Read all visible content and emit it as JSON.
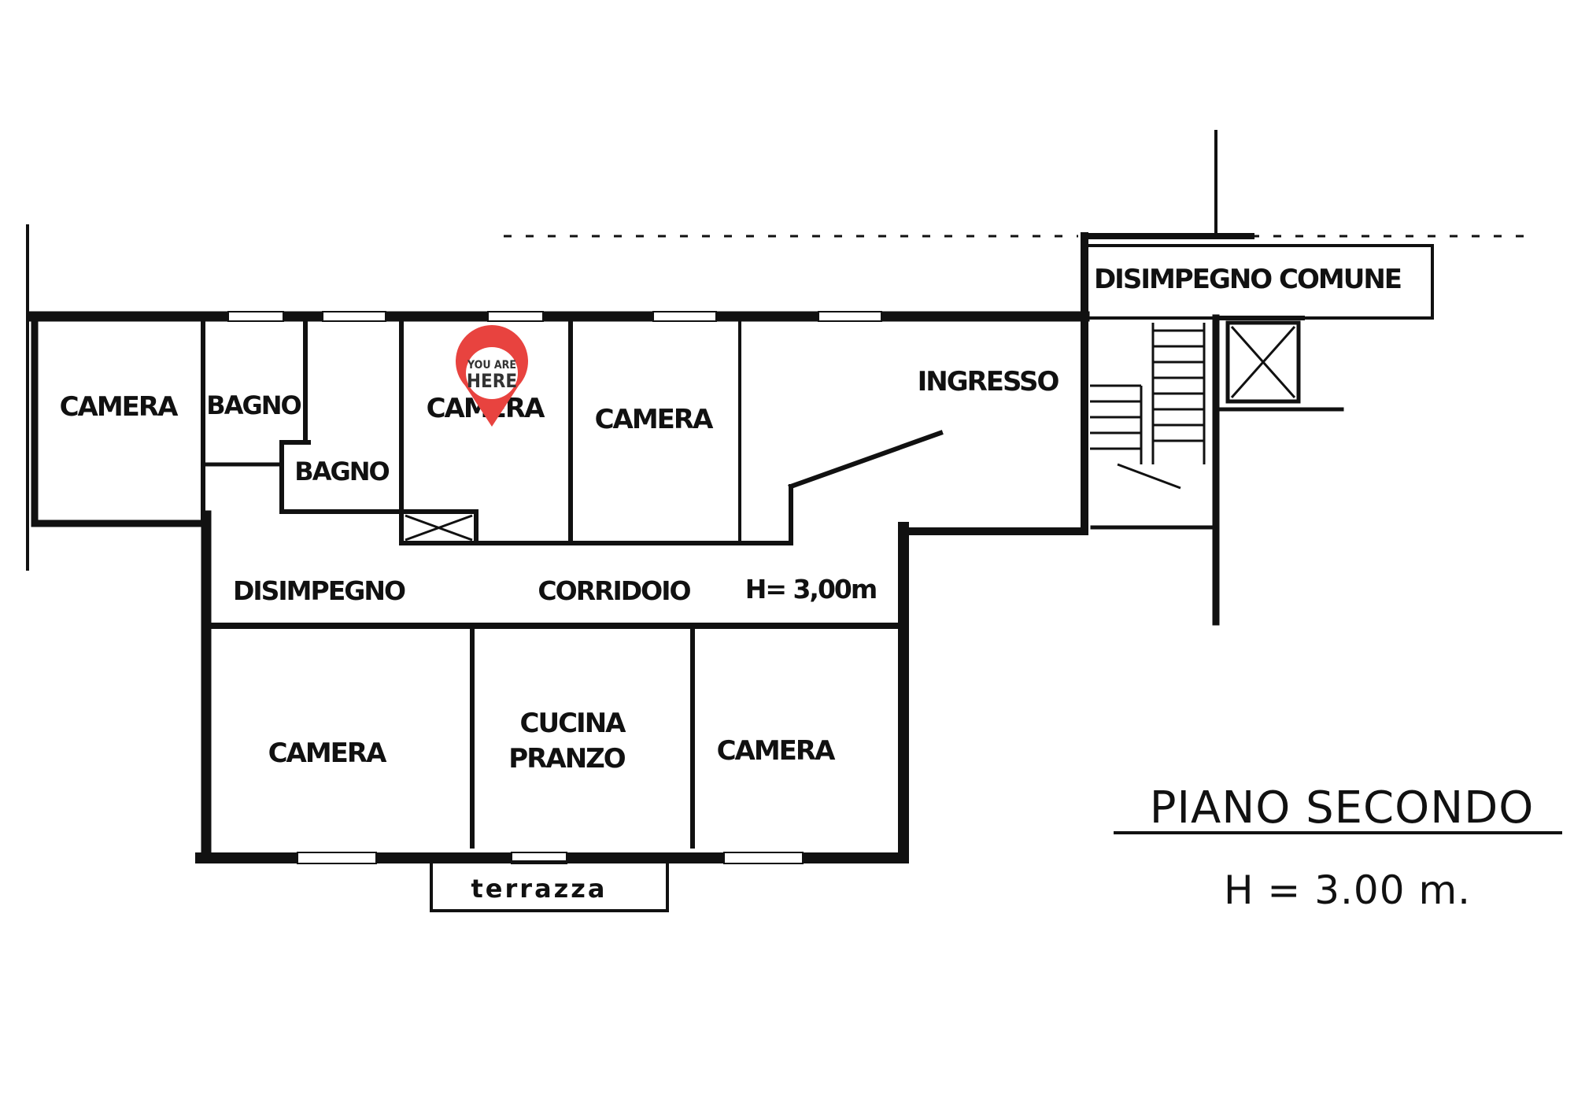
{
  "plan": {
    "rooms": {
      "camera_1": "CAMERA",
      "bagno_1": "BAGNO",
      "bagno_2": "BAGNO",
      "camera_2": "CAMERA",
      "camera_3": "CAMERA",
      "ingresso": "INGRESSO",
      "disimpegno_comune": "DISIMPEGNO COMUNE",
      "disimpegno": "DISIMPEGNO",
      "corridoio": "CORRIDOIO",
      "corridoio_height": "H= 3,00m",
      "camera_4": "CAMERA",
      "cucina_line1": "CUCINA",
      "cucina_line2": "PRANZO",
      "camera_5": "CAMERA",
      "terrazza": "terrazza"
    },
    "floor_title": "PIANO SECONDO",
    "floor_height": "H = 3.00 m.",
    "marker": {
      "line1": "YOU ARE",
      "line2": "HERE",
      "color": "#e8433f"
    }
  }
}
